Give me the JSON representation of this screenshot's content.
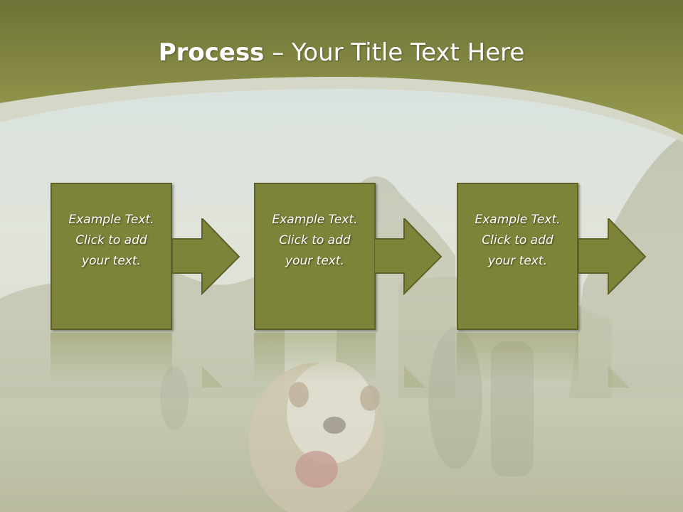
{
  "slide": {
    "title_bold": "Process",
    "title_rest": " – Your Title Text Here"
  },
  "steps": [
    {
      "text": "Example Text.\nClick  to add\nyour text."
    },
    {
      "text": "Example Text.\nClick  to add\nyour text."
    },
    {
      "text": "Example Text.\nClick  to add\nyour text."
    }
  ],
  "colors": {
    "header": "#8b9040",
    "box_fill": "#7d8338",
    "box_border": "#5e622a",
    "arrow_fill": "#7d8338"
  },
  "icons": [
    "right-arrow-icon"
  ]
}
